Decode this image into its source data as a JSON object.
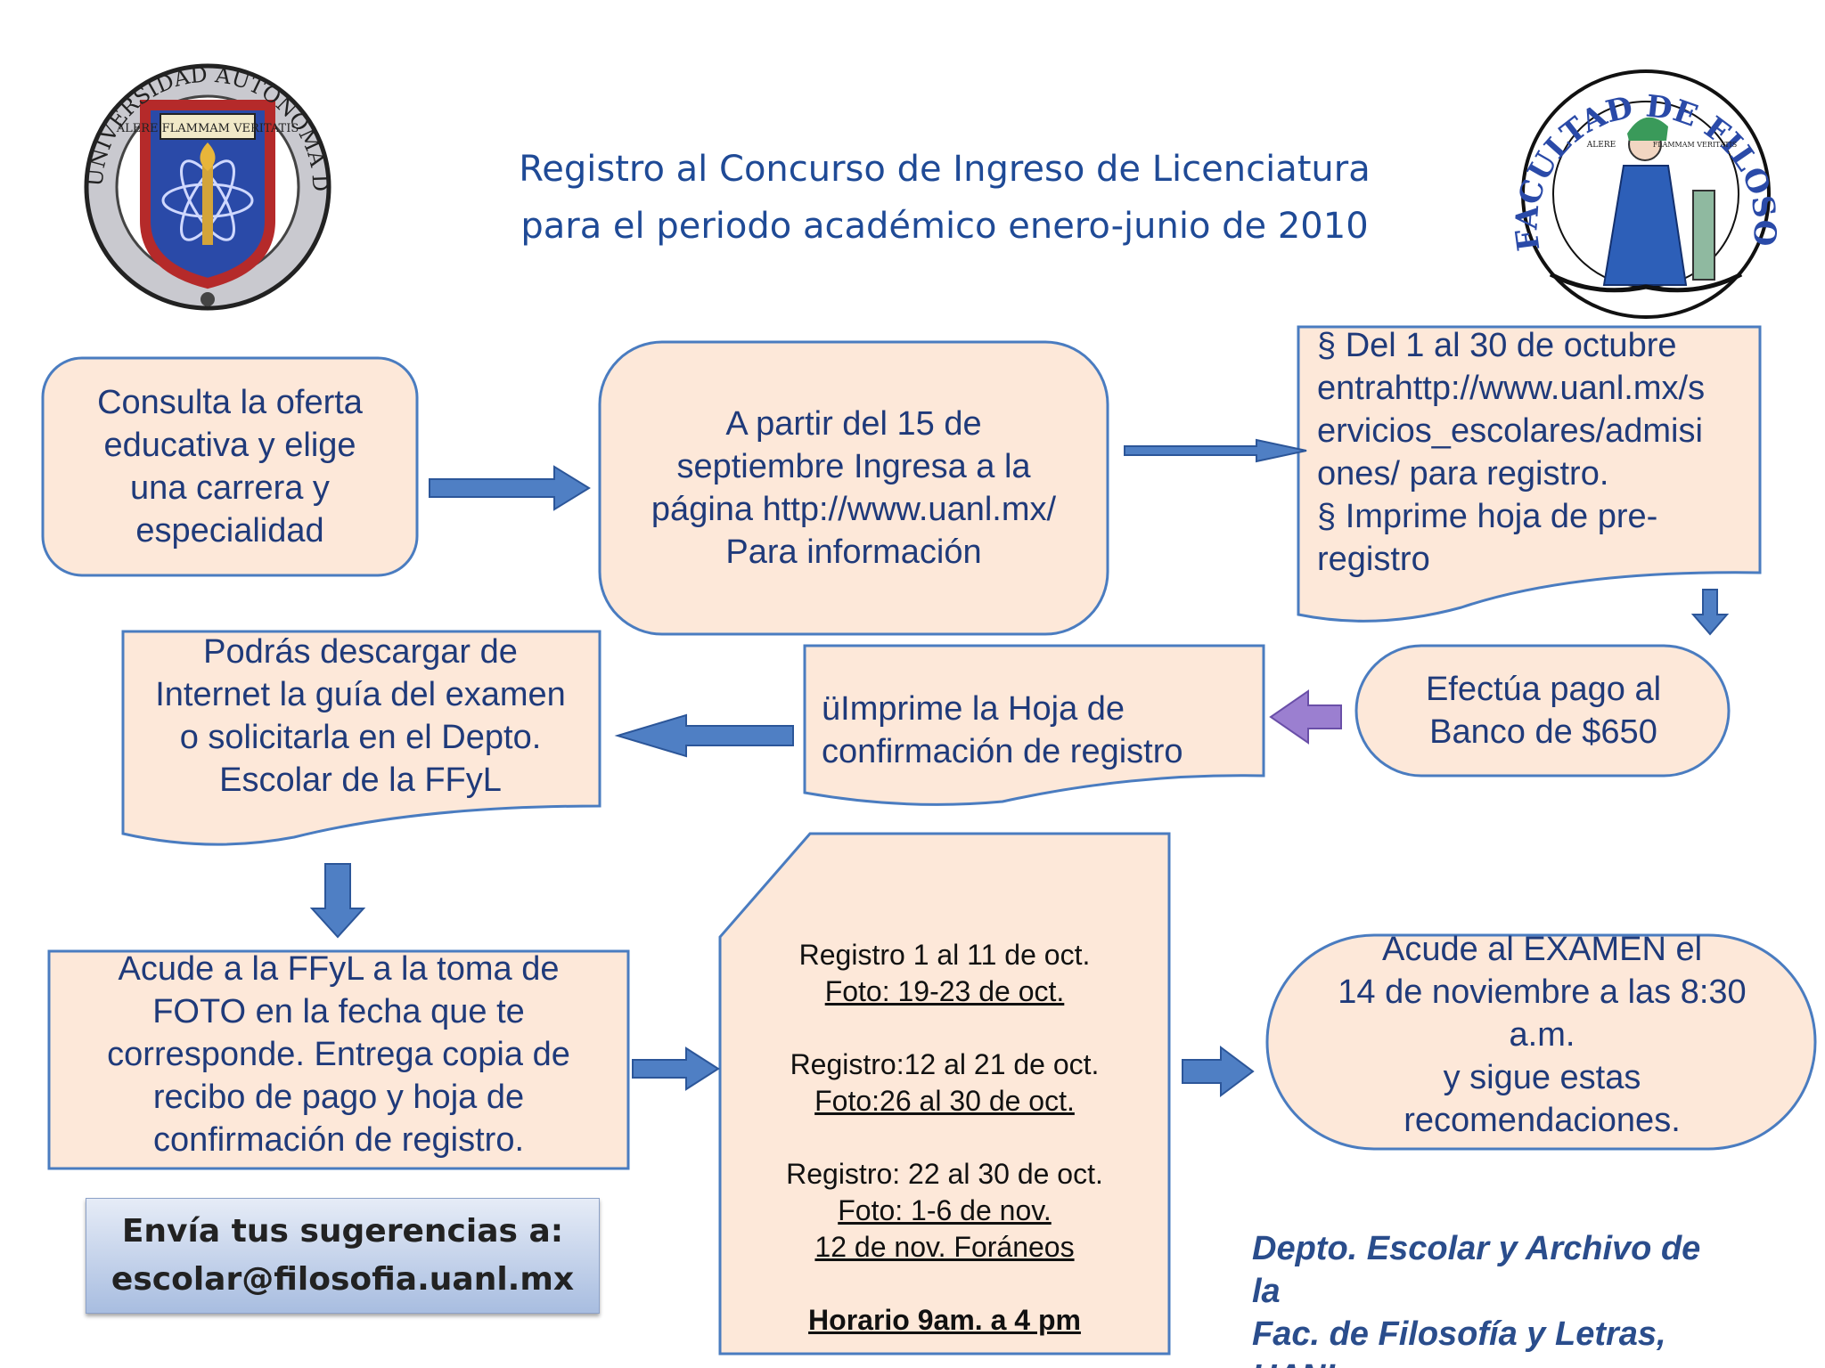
{
  "title": {
    "line1": "Registro al Concurso de Ingreso de Licenciatura",
    "line2": "para el periodo académico enero-junio de 2010"
  },
  "logos": {
    "uanl": {
      "ring_text": "UNIVERSIDAD AUTONOMA DE NUEVO LEON",
      "banner": "ALERE FLAMMAM VERITATIS",
      "icon": "uanl-seal-icon"
    },
    "ffyl": {
      "ring_text": "FACULTAD DE FILOSOFIA Y LETRAS",
      "motto_left": "ALERE",
      "motto_right": "FLAMMAM VERITATIS",
      "icon": "ffyl-seal-icon"
    }
  },
  "steps": {
    "consulta": [
      "Consulta la oferta",
      "educativa y elige",
      "una carrera y",
      "especialidad"
    ],
    "partir": [
      "A partir del 15 de",
      "septiembre Ingresa a la",
      "página http://www.uanl.mx/",
      "Para información"
    ],
    "octubre": [
      "§ Del 1 al 30 de octubre",
      "entrahttp://www.uanl.mx/s",
      "ervicios_escolares/admisi",
      "ones/  para registro.",
      "§ Imprime hoja de pre-",
      "registro"
    ],
    "pago": [
      "Efectúa pago al",
      "Banco de $650"
    ],
    "confirmacion": [
      "üImprime la Hoja  de",
      "confirmación de registro"
    ],
    "guia": [
      "Podrás descargar de",
      "Internet la guía del examen",
      "o solicitarla en el Depto.",
      "Escolar de la FFyL"
    ],
    "foto": [
      "Acude a la FFyL a la toma de",
      "FOTO en la fecha que te",
      "corresponde. Entrega copia de",
      "recibo de pago y hoja de",
      "confirmación de registro."
    ],
    "examen": [
      "Acude al EXAMEN el",
      "14 de noviembre a las 8:30",
      "a.m.",
      "y sigue estas",
      "recomendaciones."
    ]
  },
  "schedule": {
    "r1": "Registro 1 al 11 de oct.",
    "f1": "Foto: 19-23 de oct.",
    "r2": "Registro:12 al 21 de oct.",
    "f2": "Foto:26 al 30 de oct.",
    "r3": "Registro: 22 al 30 de oct.",
    "f3": "Foto: 1-6 de nov.",
    "f3b": "12 de nov. Foráneos",
    "horario": "Horario 9am. a 4 pm"
  },
  "suggestions": {
    "line1": "Envía tus sugerencias a:",
    "line2": "escolar@filosofia.uanl.mx"
  },
  "footer": {
    "line1": "Depto. Escolar y Archivo de",
    "line2": "la",
    "line3": "Fac. de Filosofía y Letras,",
    "line4": "UANL"
  },
  "colors": {
    "box_fill": "#fde8d9",
    "box_stroke": "#4a7cc0",
    "arrow_fill": "#4f7fc4",
    "arrow_purple": "#9b7fd0",
    "text_blue": "#1f3a7a"
  }
}
